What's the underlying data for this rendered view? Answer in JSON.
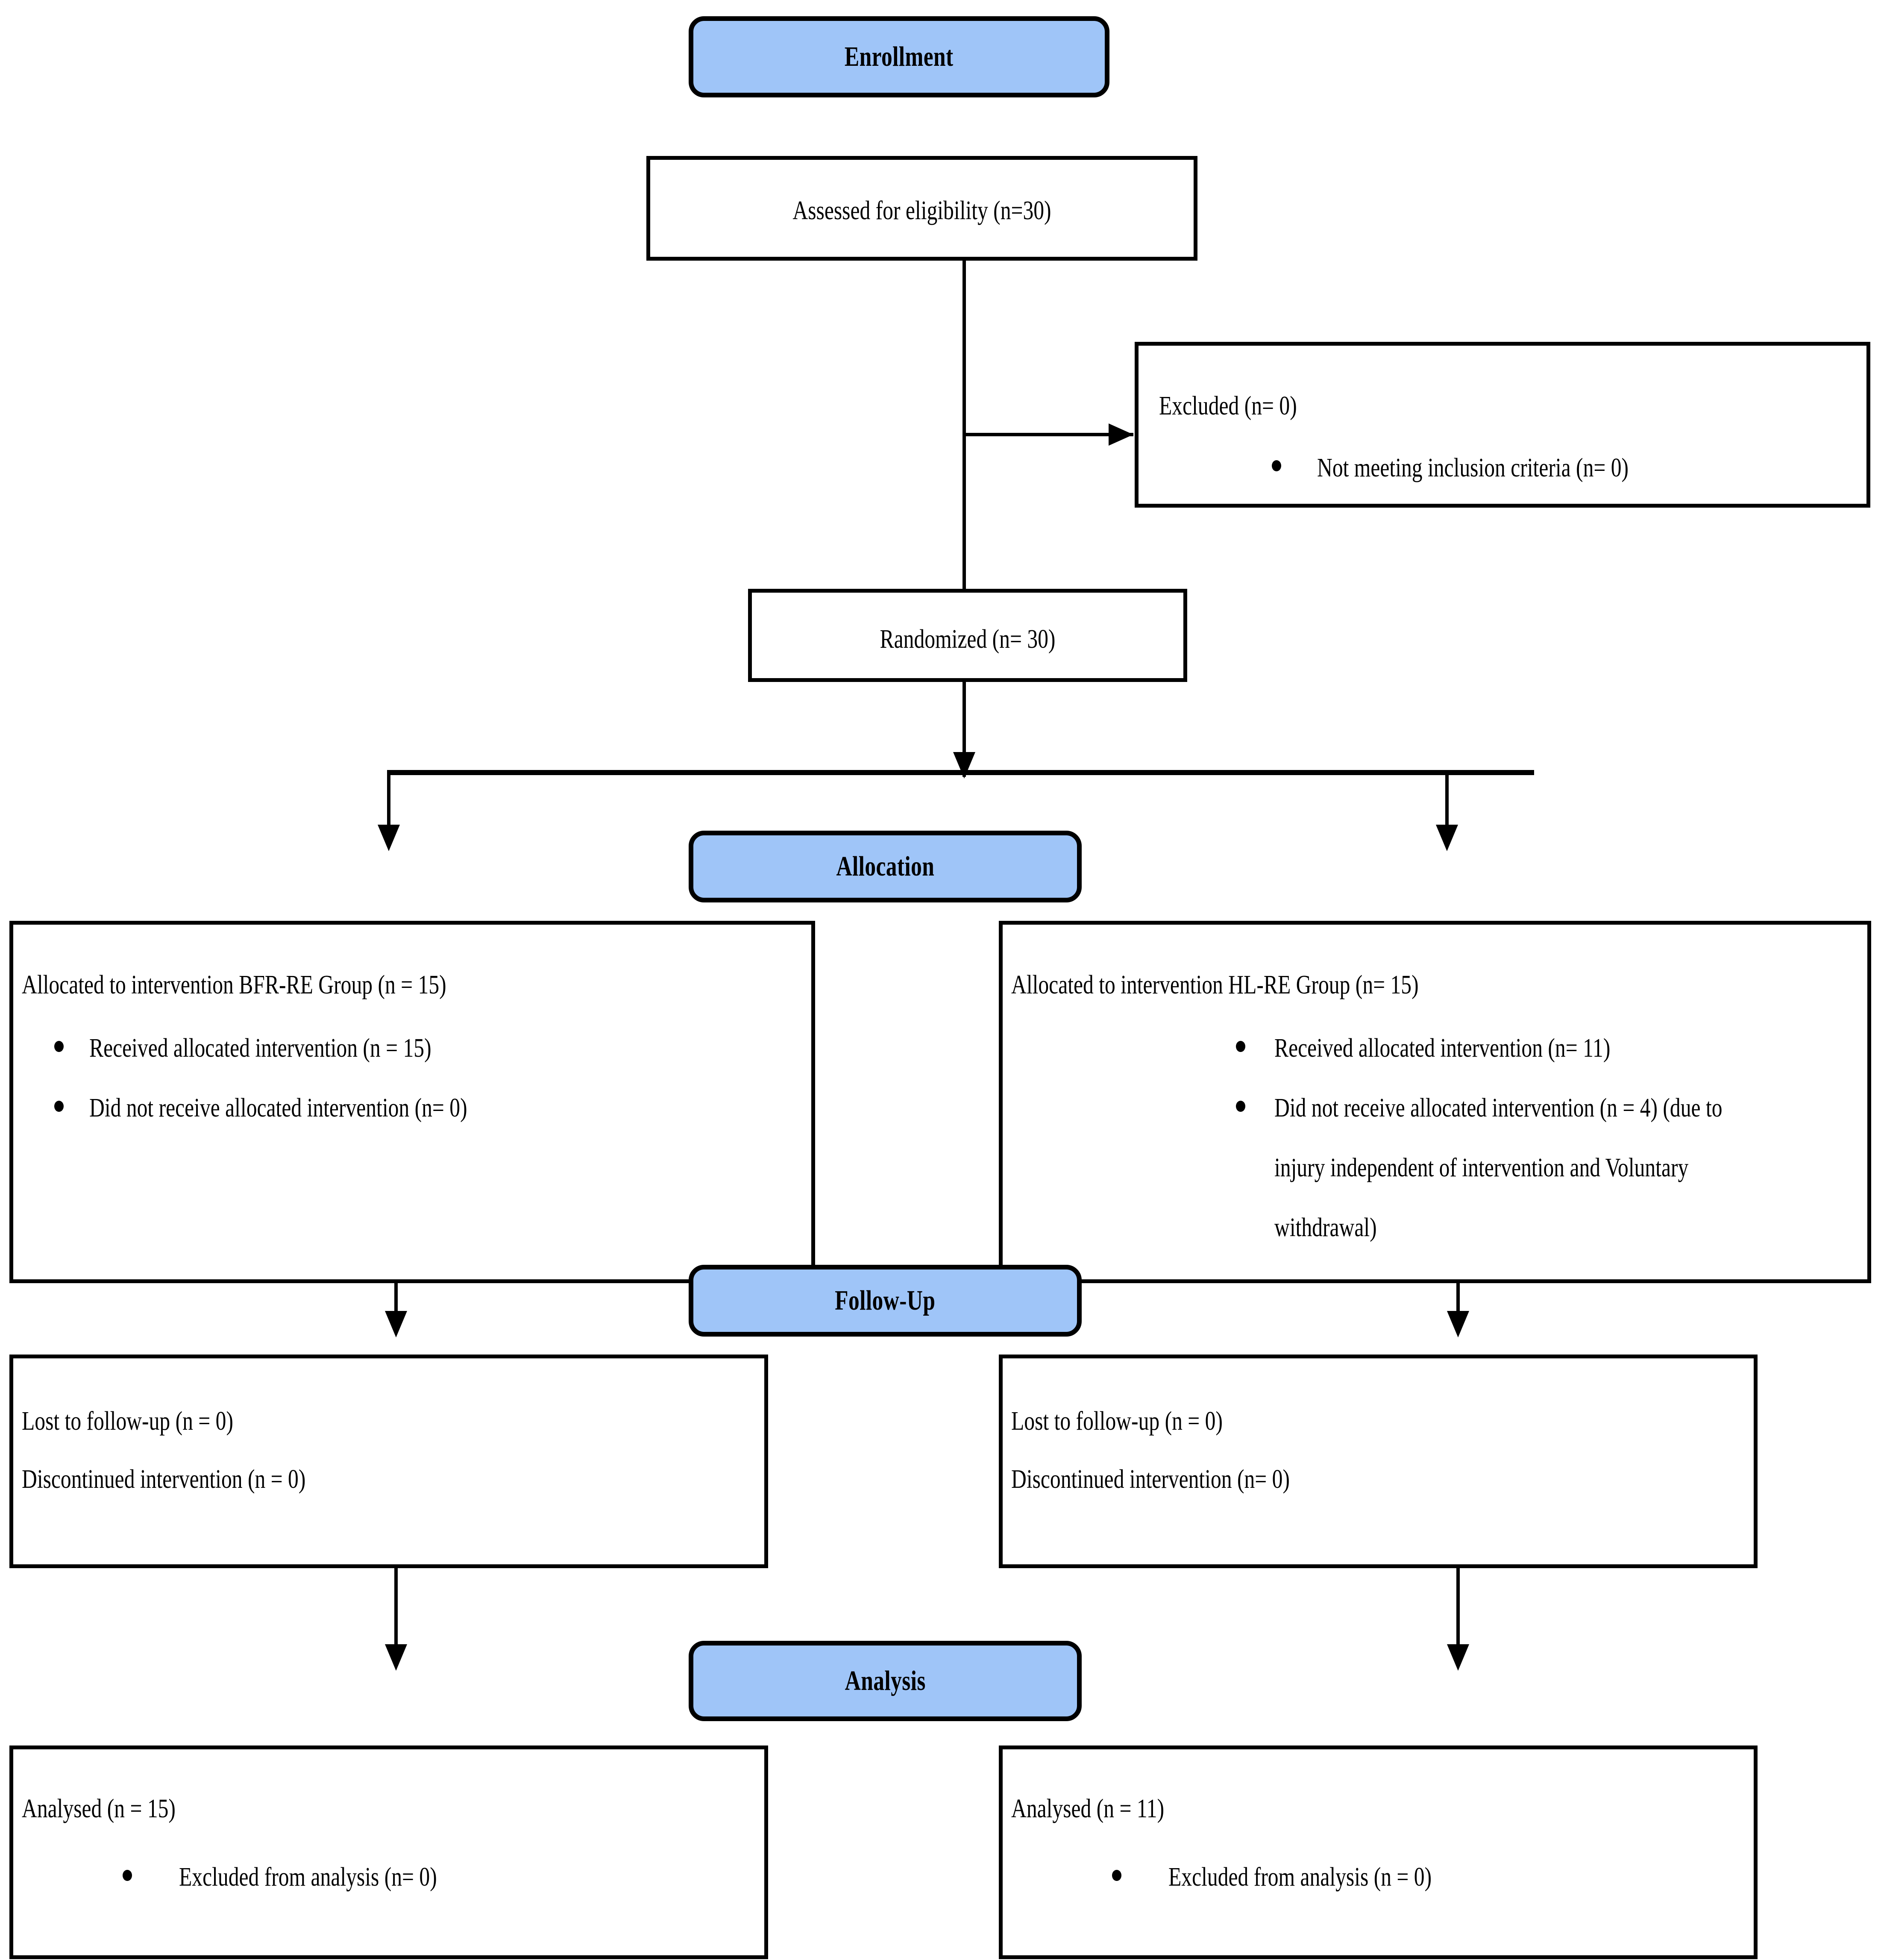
{
  "diagram": {
    "title": "CONSORT participant flow diagram",
    "accent_color": "#9FC5F8",
    "line_color": "#000000",
    "background_color": "#FFFFFF"
  },
  "stages": {
    "enrollment": "Enrollment",
    "allocation": "Allocation",
    "follow_up": "Follow-Up",
    "analysis": "Analysis"
  },
  "enrollment": {
    "assessed": "Assessed for eligibility (n=30)",
    "excluded_title": "Excluded (n= 0)",
    "excluded_bullet": "Not meeting inclusion criteria (n= 0)",
    "randomized": "Randomized (n= 30)"
  },
  "allocation": {
    "left": {
      "heading": "Allocated to intervention BFR-RE Group (n = 15)",
      "bullets": [
        "Received allocated intervention (n = 15)",
        "Did not receive allocated intervention (n= 0)"
      ]
    },
    "right": {
      "heading": "Allocated to intervention HL-RE Group (n= 15)",
      "bullets": [
        "Received allocated intervention (n= 11)",
        "Did not receive allocated intervention (n = 4) (due to"
      ],
      "bullet2_cont": [
        "injury independent of intervention and Voluntary",
        "withdrawal)"
      ]
    }
  },
  "follow_up": {
    "left": {
      "lines": [
        "Lost to follow-up (n = 0)",
        "Discontinued intervention (n = 0)"
      ]
    },
    "right": {
      "lines": [
        "Lost to follow-up (n = 0)",
        "Discontinued intervention (n= 0)"
      ]
    }
  },
  "analysis": {
    "left": {
      "heading": "Analysed (n = 15)",
      "bullet": "Excluded from analysis (n= 0)"
    },
    "right": {
      "heading": "Analysed    (n = 11)",
      "bullet": "Excluded from analysis (n = 0)"
    }
  }
}
